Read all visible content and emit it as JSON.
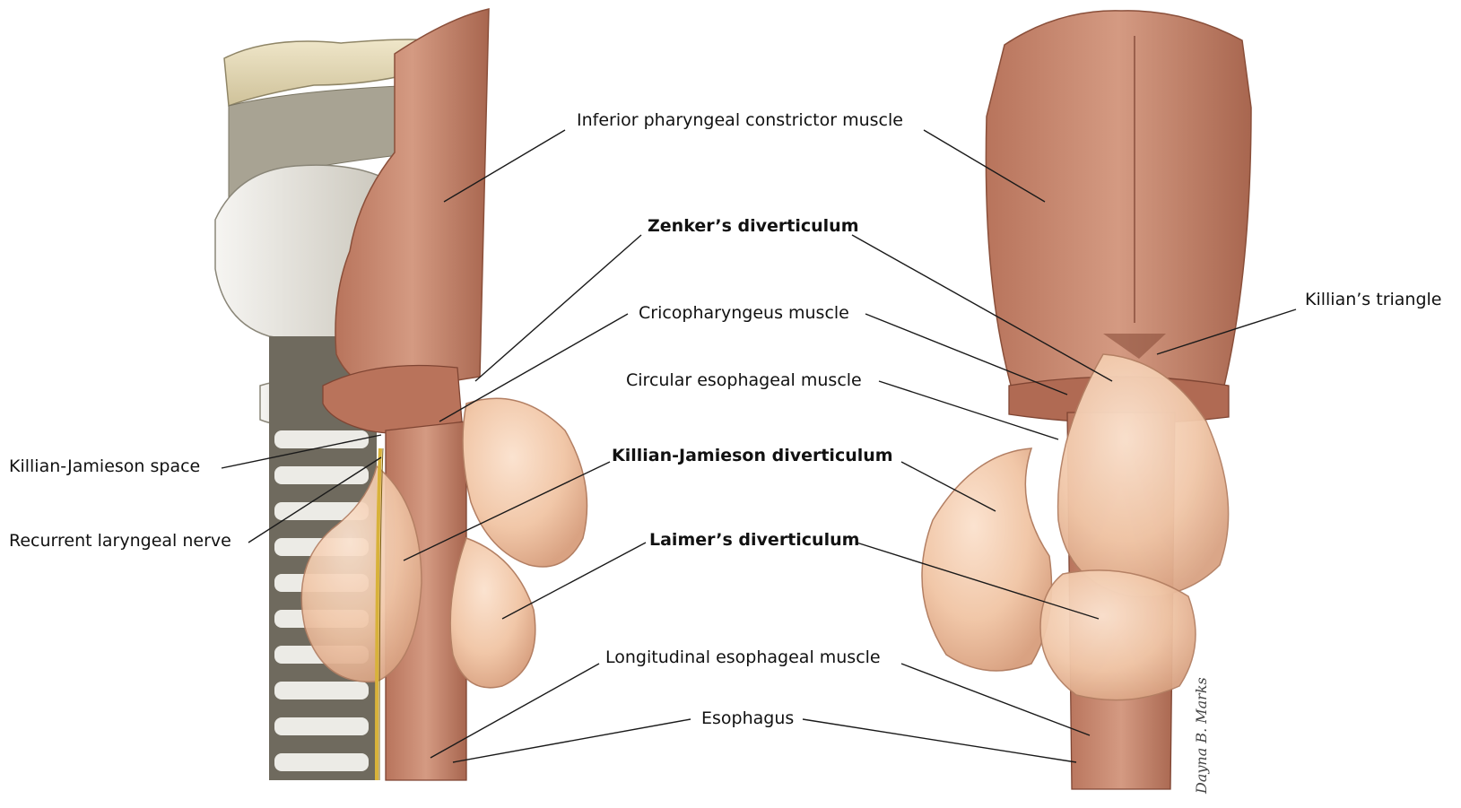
{
  "labels": {
    "inferior_pharyngeal_constrictor": "Inferior pharyngeal constrictor muscle",
    "zenker": "Zenker’s diverticulum",
    "cricopharyngeus": "Cricopharyngeus muscle",
    "circular_esophageal": "Circular esophageal muscle",
    "killian_jamieson_diverticulum": "Killian-Jamieson diverticulum",
    "laimer": "Laimer’s diverticulum",
    "longitudinal_esophageal": "Longitudinal esophageal muscle",
    "esophagus": "Esophagus",
    "killian_jamieson_space": "Killian-Jamieson space",
    "recurrent_laryngeal_nerve": "Recurrent laryngeal nerve",
    "killians_triangle": "Killian’s triangle"
  },
  "signature": "Dayna B. Marks",
  "colors": {
    "muscle": "#c98a72",
    "muscle_dark": "#a8664f",
    "diverticulum": "#f1c7a8",
    "cartilage": "#ecebe7",
    "cartilage_shadow": "#b9b4a6",
    "nerve": "#d8b23a"
  }
}
